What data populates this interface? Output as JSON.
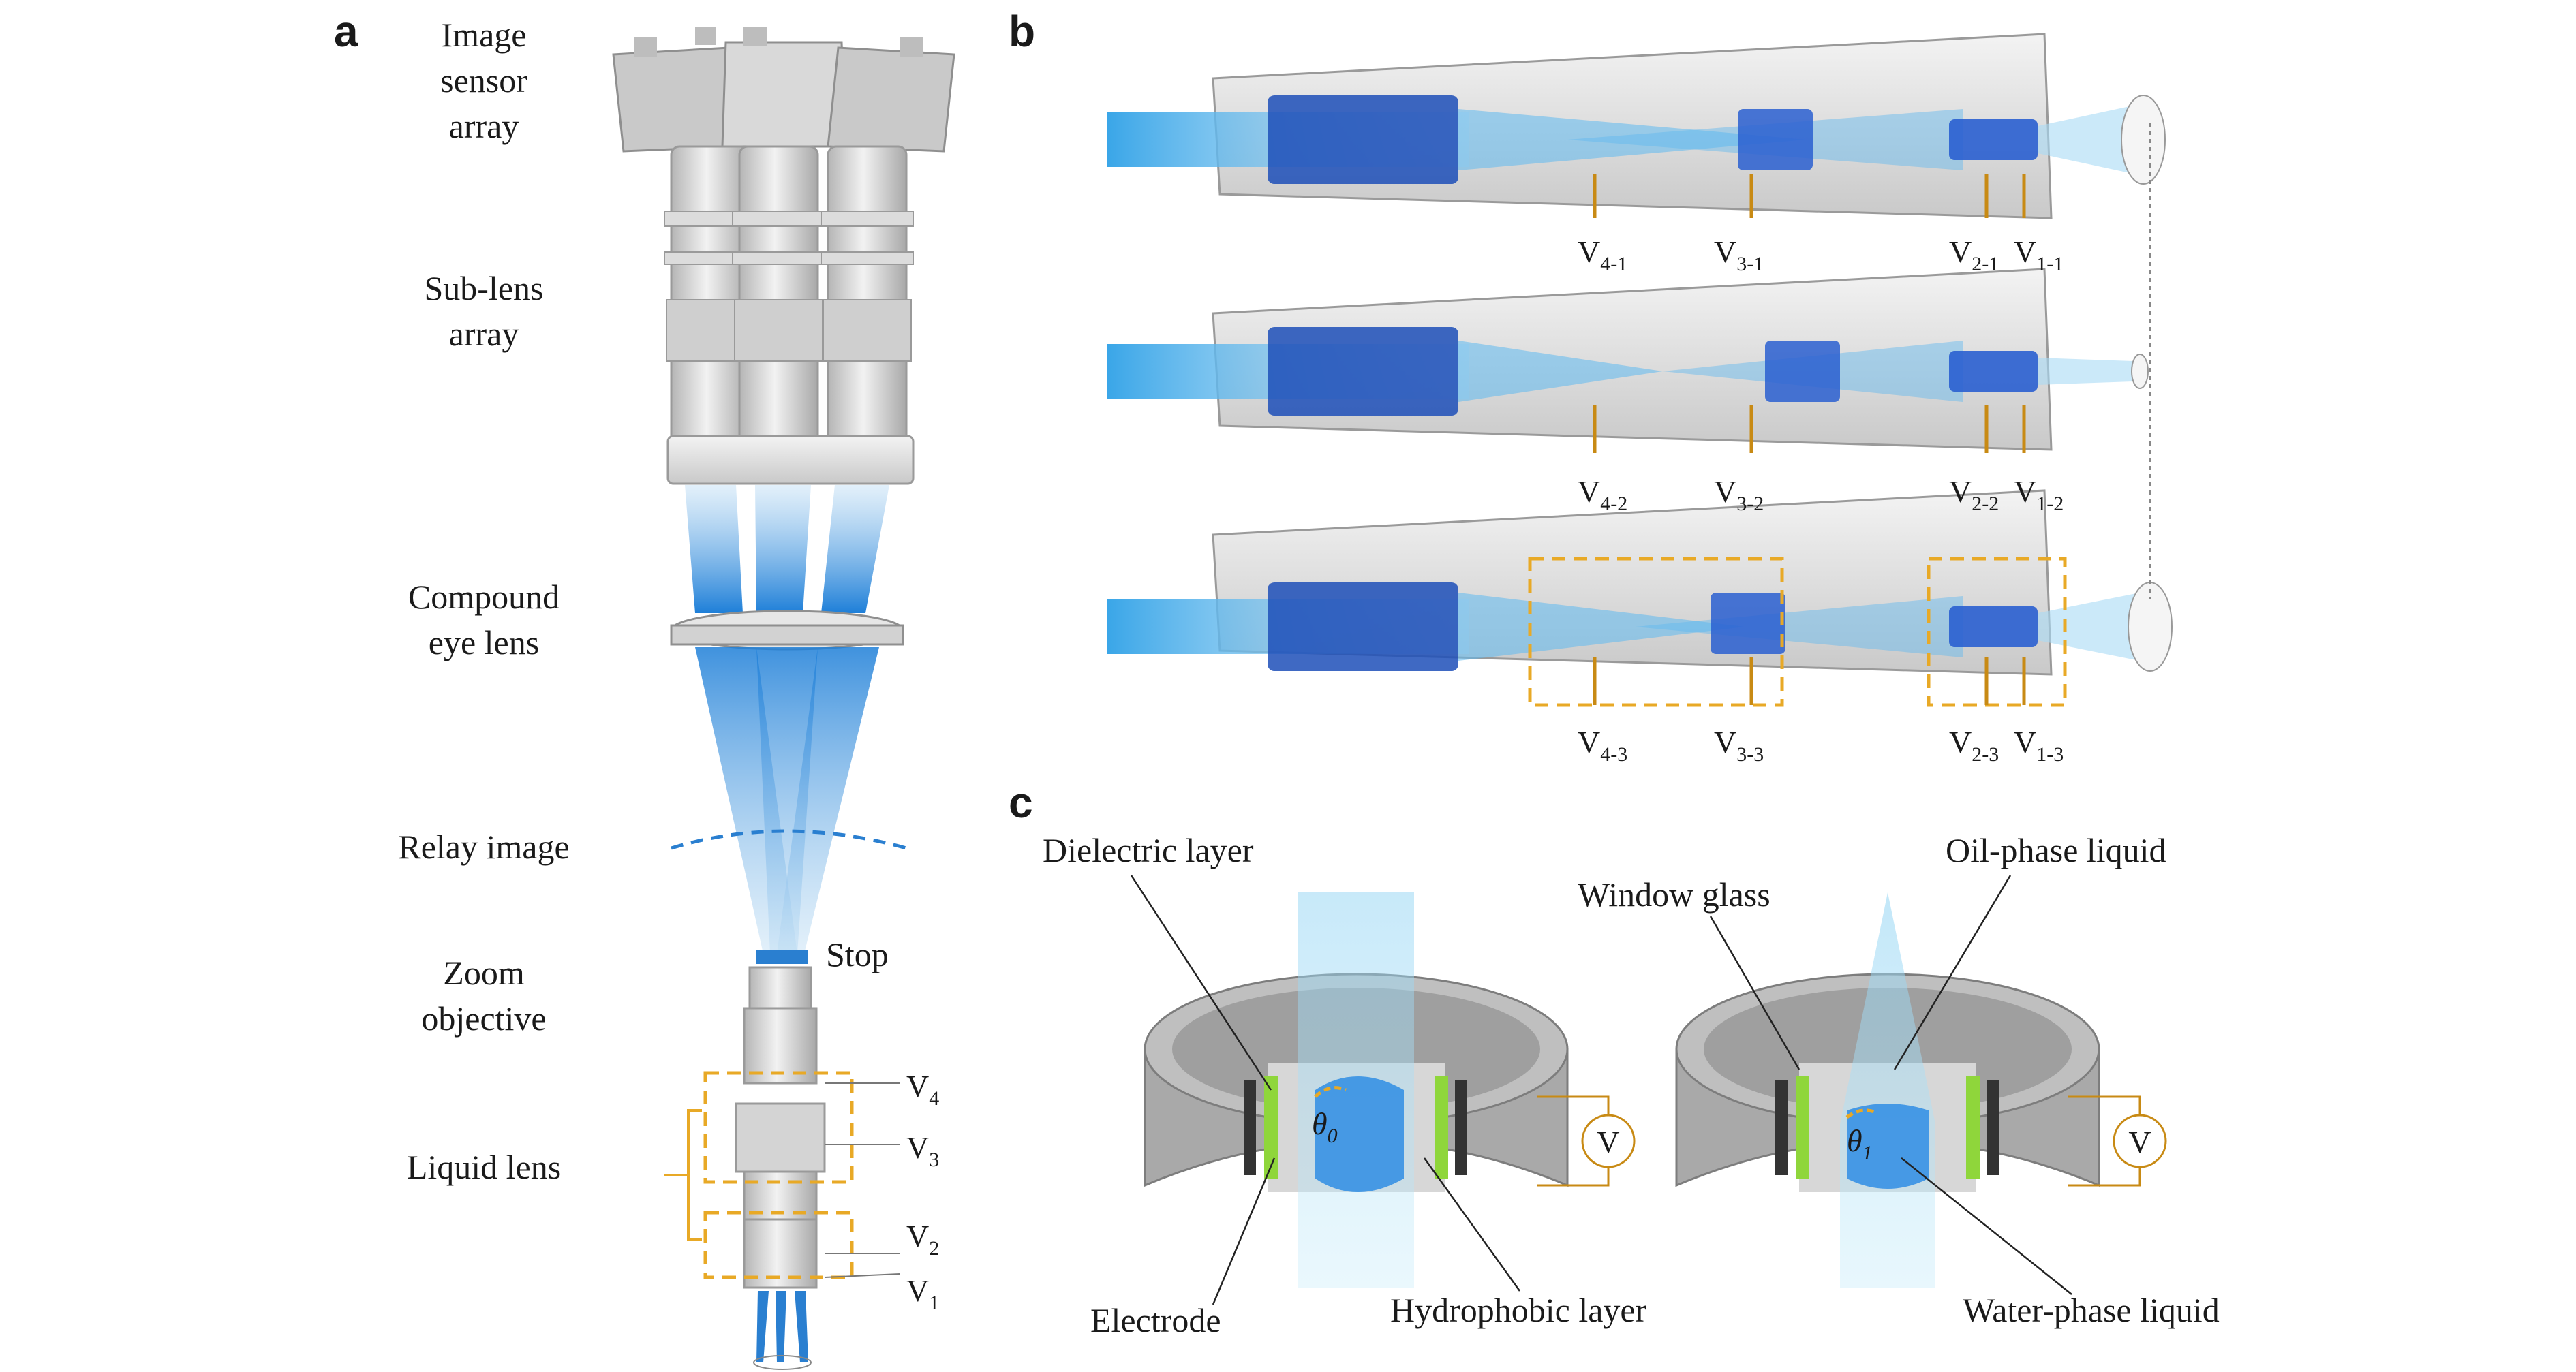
{
  "panels": {
    "a": "a",
    "b": "b",
    "c": "c"
  },
  "panel_a": {
    "image_sensor_array": [
      "Image",
      "sensor",
      "array"
    ],
    "sub_lens_array": [
      "Sub-lens",
      "array"
    ],
    "compound_eye_lens": [
      "Compound",
      "eye lens"
    ],
    "relay_image": "Relay image",
    "stop": "Stop",
    "zoom_objective": [
      "Zoom",
      "objective"
    ],
    "liquid_lens": "Liquid lens",
    "voltages": [
      {
        "main": "V",
        "sub": "4"
      },
      {
        "main": "V",
        "sub": "3"
      },
      {
        "main": "V",
        "sub": "2"
      },
      {
        "main": "V",
        "sub": "1"
      }
    ]
  },
  "panel_b": {
    "rows": [
      {
        "labels": [
          {
            "main": "V",
            "sub": "4-1"
          },
          {
            "main": "V",
            "sub": "3-1"
          },
          {
            "main": "V",
            "sub": "2-1"
          },
          {
            "main": "V",
            "sub": "1-1"
          }
        ]
      },
      {
        "labels": [
          {
            "main": "V",
            "sub": "4-2"
          },
          {
            "main": "V",
            "sub": "3-2"
          },
          {
            "main": "V",
            "sub": "2-2"
          },
          {
            "main": "V",
            "sub": "1-2"
          }
        ]
      },
      {
        "labels": [
          {
            "main": "V",
            "sub": "4-3"
          },
          {
            "main": "V",
            "sub": "3-3"
          },
          {
            "main": "V",
            "sub": "2-3"
          },
          {
            "main": "V",
            "sub": "1-3"
          }
        ]
      }
    ]
  },
  "panel_c": {
    "dielectric_layer": "Dielectric layer",
    "window_glass": "Window glass",
    "oil_phase_liquid": "Oil-phase liquid",
    "electrode": "Electrode",
    "hydrophobic_layer": "Hydrophobic layer",
    "water_phase_liquid": "Water-phase liquid",
    "voltage_symbol": "V",
    "theta0": {
      "main": "θ",
      "sub": "0"
    },
    "theta1": {
      "main": "θ",
      "sub": "1"
    }
  }
}
